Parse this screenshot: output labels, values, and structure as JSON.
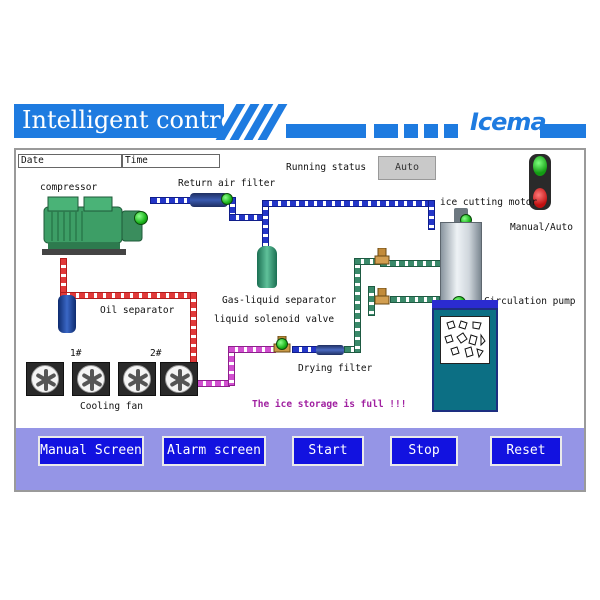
{
  "header": {
    "title": "Intelligent control",
    "brand": "Icema",
    "accent_color": "#1e7be0"
  },
  "fields": {
    "date_label": "Date",
    "date_value": "",
    "time_label": "Time",
    "time_value": ""
  },
  "status": {
    "label": "Running status",
    "value": "Auto"
  },
  "diagram": {
    "compressor": "compressor",
    "return_air_filter": "Return air filter",
    "ice_cutting_motor": "ice cutting motor",
    "manual_auto": "Manual/Auto",
    "oil_separator": "Oil separator",
    "gas_liquid_separator": "Gas-liquid separator",
    "liquid_solenoid_valve": "liquid solenoid valve",
    "circulation_pump": "Circulation pump",
    "fan_1": "1#",
    "fan_2": "2#",
    "drying_filter": "Drying filter",
    "cooling_fan": "Cooling fan",
    "alert": "The ice storage is full !!!"
  },
  "buttons": {
    "manual": "Manual Screen",
    "alarm": "Alarm screen",
    "start": "Start",
    "stop": "Stop",
    "reset": "Reset"
  },
  "icons": [
    "compressor-icon",
    "oil-separator-icon",
    "gas-liquid-separator-icon",
    "return-air-filter-icon",
    "drying-filter-icon",
    "solenoid-valve-icon",
    "cooling-fan-icon",
    "ice-machine-icon",
    "manual-auto-lamp-icon",
    "status-indicator-icon"
  ],
  "colors": {
    "button_bg": "#1212e0",
    "button_bar": "#9595e6",
    "alert_text": "#a020a0",
    "pipe_red": "#e23a3a",
    "pipe_blue": "#2436c8",
    "pipe_pink": "#d24fd0",
    "pipe_green": "#3a8a6a"
  }
}
